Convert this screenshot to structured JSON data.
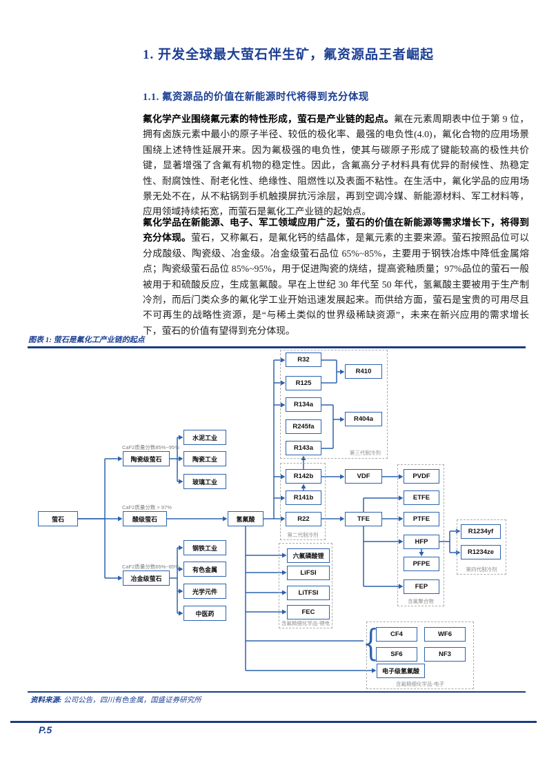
{
  "heading": {
    "title": "1. 开发全球最大萤石伴生矿，氟资源品王者崛起",
    "subtitle": "1.1. 氟资源品的价值在新能源时代将得到充分体现"
  },
  "paragraphs": [
    {
      "segments": [
        {
          "bold": true,
          "text": "氟化学产业围绕氟元素的特性形成，萤石是产业链的起点。"
        },
        {
          "bold": false,
          "text": "氟在元素周期表中位于第 9 位，拥有卤族元素中最小的原子半径、较低的极化率、最强的电负性(4.0)，氟化合物的应用场景围绕上述特性延展开来。因为氟极强的电负性，使其与碳原子形成了键能较高的极性共价键，显著增强了含氟有机物的稳定性。因此，含氟高分子材料具有优异的耐候性、热稳定性、耐腐蚀性、耐老化性、绝缘性、阻燃性以及表面不粘性。在生活中，氟化学品的应用场景无处不在，从不粘锅到手机触摸屏抗污涂层，再到空调冷媒、新能源材料、军工材料等，应用领域持续拓宽，而萤石是氟化工产业链的起始点。"
        }
      ]
    },
    {
      "segments": [
        {
          "bold": true,
          "text": "氟化学品在新能源、电子、军工领域应用广泛，萤石的价值在新能源等需求增长下，将得到充分体现。"
        },
        {
          "bold": false,
          "text": "萤石，又称氟石，是氟化钙的结晶体，是氟元素的主要来源。萤石按照品位可以分成酸级、陶瓷级、冶金级。冶金级萤石品位 65%~85%，主要用于钢铁冶炼中降低金属熔点；陶瓷级萤石品位 85%~95%，用于促进陶瓷的烧结，提高瓷釉质量；97%品位的萤石一般被用于和硫酸反应，生成氢氟酸。早在上世纪 30 年代至 50 年代，氢氟酸主要被用于生产制冷剂，而后门类众多的氟化学工业开始迅速发展起来。而供给方面，萤石是宝贵的可用尽且不可再生的战略性资源，是“与稀土类似的世界级稀缺资源”，未来在新兴应用的需求增长下，萤石的价值有望得到充分体现。"
        }
      ]
    }
  ],
  "figure": {
    "caption": "图表 1: 萤石是氟化工产业链的起点",
    "source_label": "资料来源:",
    "source_text": " 公司公告，四川有色金属，国盛证券研究所"
  },
  "page": {
    "number_label": "P.5"
  },
  "colors": {
    "navy": "#1c3f94",
    "diagram_blue": "#2a61ad"
  },
  "diagram": {
    "brace_glyph": "{",
    "nodes": {
      "fluorite": "萤石",
      "ceramic_grade": "陶瓷级萤石",
      "acid_grade": "酸级萤石",
      "metallurgical_grade": "冶金级萤石",
      "cement": "水泥工业",
      "ceramics": "陶瓷工业",
      "glass": "玻璃工业",
      "steel": "钢铁工业",
      "nonferrous": "有色金属",
      "optical": "光学元件",
      "tcm": "中医药",
      "hf": "氢氟酸",
      "r32": "R32",
      "r125": "R125",
      "r134a": "R134a",
      "r245fa": "R245fa",
      "r143a": "R143a",
      "r410": "R410",
      "r404a": "R404a",
      "r142b": "R142b",
      "r141b": "R141b",
      "r22": "R22",
      "vdf": "VDF",
      "tfe": "TFE",
      "pvdf": "PVDF",
      "etfe": "ETFE",
      "ptfe": "PTFE",
      "hfp": "HFP",
      "pfpe": "PFPE",
      "fep": "FEP",
      "r1234yf": "R1234yf",
      "r1234ze": "R1234ze",
      "lipf6": "六氟磷酸锂",
      "lifsi": "LiFSI",
      "litfsi": "LiTFSI",
      "fec": "FEC",
      "cf4": "CF4",
      "wf6": "WF6",
      "sf6": "SF6",
      "nf3": "NF3",
      "eg_hf": "电子级氢氟酸"
    },
    "groups": {
      "gen3": "第三代制冷剂",
      "gen2": "第二代制冷剂",
      "polymers": "含氟聚合物",
      "gen4": "第四代制冷剂",
      "lithium": "含氟精细化学品-锂电",
      "electronics": "含氟精细化学品-电子"
    },
    "annotations": {
      "ceramic_note": "CaF2质量分数85%~95%",
      "acid_note": "CaF2质量分数 > 97%",
      "metallurgical_note": "CaF2质量分数65%~85%"
    }
  }
}
